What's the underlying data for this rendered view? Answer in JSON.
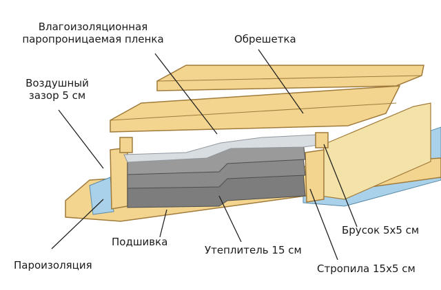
{
  "labels": {
    "membrane_line1": "Влагоизоляционная",
    "membrane_line2": "паропроницаемая пленка",
    "battens": "Обрешетка",
    "air_gap_line1": "Воздушный",
    "air_gap_line2": "зазор 5 см",
    "counter_batten": "Брусок 5х5 см",
    "soffit": "Подшивка",
    "insulation": "Утеплитель 15 см",
    "vapor_barrier": "Пароизоляция",
    "rafters": "Стропила 15х5 см"
  },
  "colors": {
    "wood": "#f3d58f",
    "wood_edge": "#a07a3a",
    "insulation": "#7d7d7d",
    "insulation_top": "#a9a9a9",
    "membrane": "#d8dde2",
    "vapor_barrier": "#a9d2ea",
    "leader": "#222222"
  }
}
